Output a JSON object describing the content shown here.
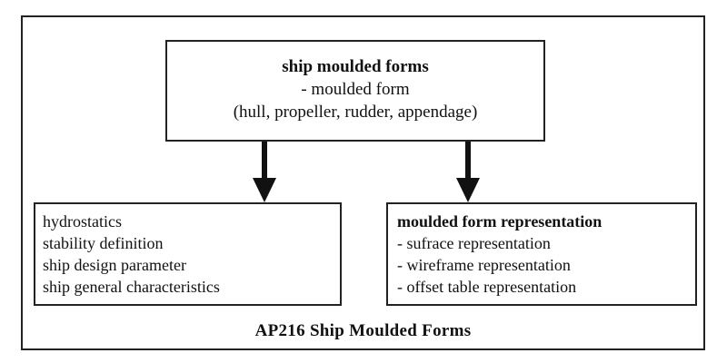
{
  "top_box": {
    "title": "ship moulded forms",
    "line1": "- moulded form",
    "line2": "(hull, propeller, rudder, appendage)"
  },
  "left_box": {
    "items": [
      "hydrostatics",
      "stability definition",
      "ship design parameter",
      "ship general characteristics"
    ]
  },
  "right_box": {
    "title": "moulded form representation",
    "items": [
      "- sufrace representation",
      "- wireframe representation",
      "- offset table representation"
    ]
  },
  "caption": "AP216 Ship Moulded Forms"
}
